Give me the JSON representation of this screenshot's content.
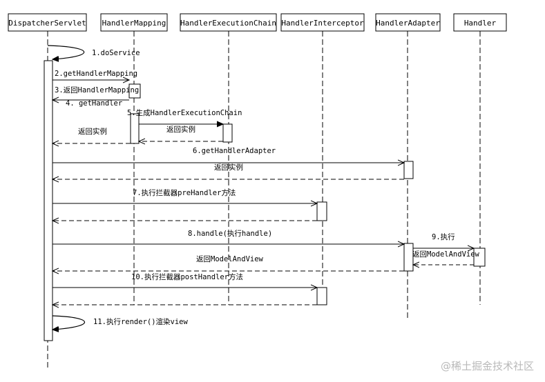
{
  "participants": [
    {
      "id": "dispatcher",
      "label": "DispatcherServlet"
    },
    {
      "id": "mapping",
      "label": "HandlerMapping"
    },
    {
      "id": "chain",
      "label": "HandlerExecutionChain"
    },
    {
      "id": "interceptor",
      "label": "HandlerInterceptor"
    },
    {
      "id": "adapter",
      "label": "HandlerAdapter"
    },
    {
      "id": "handler",
      "label": "Handler"
    }
  ],
  "messages": [
    {
      "id": "m1",
      "label": "1.doService"
    },
    {
      "id": "m2",
      "label": "2.getHandlerMapping"
    },
    {
      "id": "m3",
      "label": "3.返回HandlerMapping"
    },
    {
      "id": "m4",
      "label": "4.  getHandler"
    },
    {
      "id": "m5",
      "label": "5.生成HandlerExecutionChain"
    },
    {
      "id": "m5r",
      "label": "返回实例"
    },
    {
      "id": "m4r",
      "label": "返回实例"
    },
    {
      "id": "m6",
      "label": "6.getHandlerAdapter"
    },
    {
      "id": "m6r",
      "label": "返回实例"
    },
    {
      "id": "m7",
      "label": "7.执行拦截器preHandler方法"
    },
    {
      "id": "m8",
      "label": "8.handle(执行handle)"
    },
    {
      "id": "m9",
      "label": "9.执行"
    },
    {
      "id": "m9r",
      "label": "返回ModelAndView"
    },
    {
      "id": "m8r",
      "label": "返回ModelAndView"
    },
    {
      "id": "m10",
      "label": "10.执行拦截器postHandler方法"
    },
    {
      "id": "m11",
      "label": "11.执行render()渲染view"
    }
  ],
  "watermark": "@稀土掘金技术社区"
}
